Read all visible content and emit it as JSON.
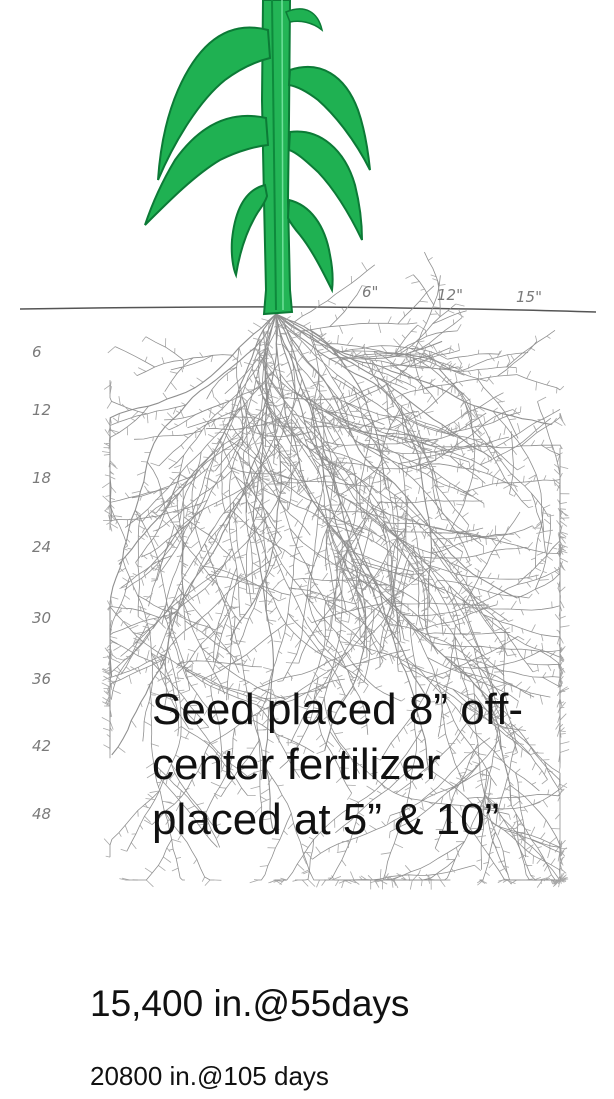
{
  "diagram": {
    "surface_marks": [
      "6\"",
      "12\"",
      "15\""
    ],
    "depth_marks": [
      "6",
      "12",
      "18",
      "24",
      "30",
      "36",
      "42",
      "48"
    ],
    "caption_lines": [
      "Seed placed 8” off-",
      "center fertilizer",
      "placed at 5” & 10”"
    ],
    "stat_1": "15,400 in.@55days",
    "stat_2": "20800 in.@105 days",
    "colors": {
      "leaf": "#1fb152",
      "leaf_dark": "#0c7a36",
      "root": "#9a9a9a",
      "ground": "#555555"
    }
  }
}
